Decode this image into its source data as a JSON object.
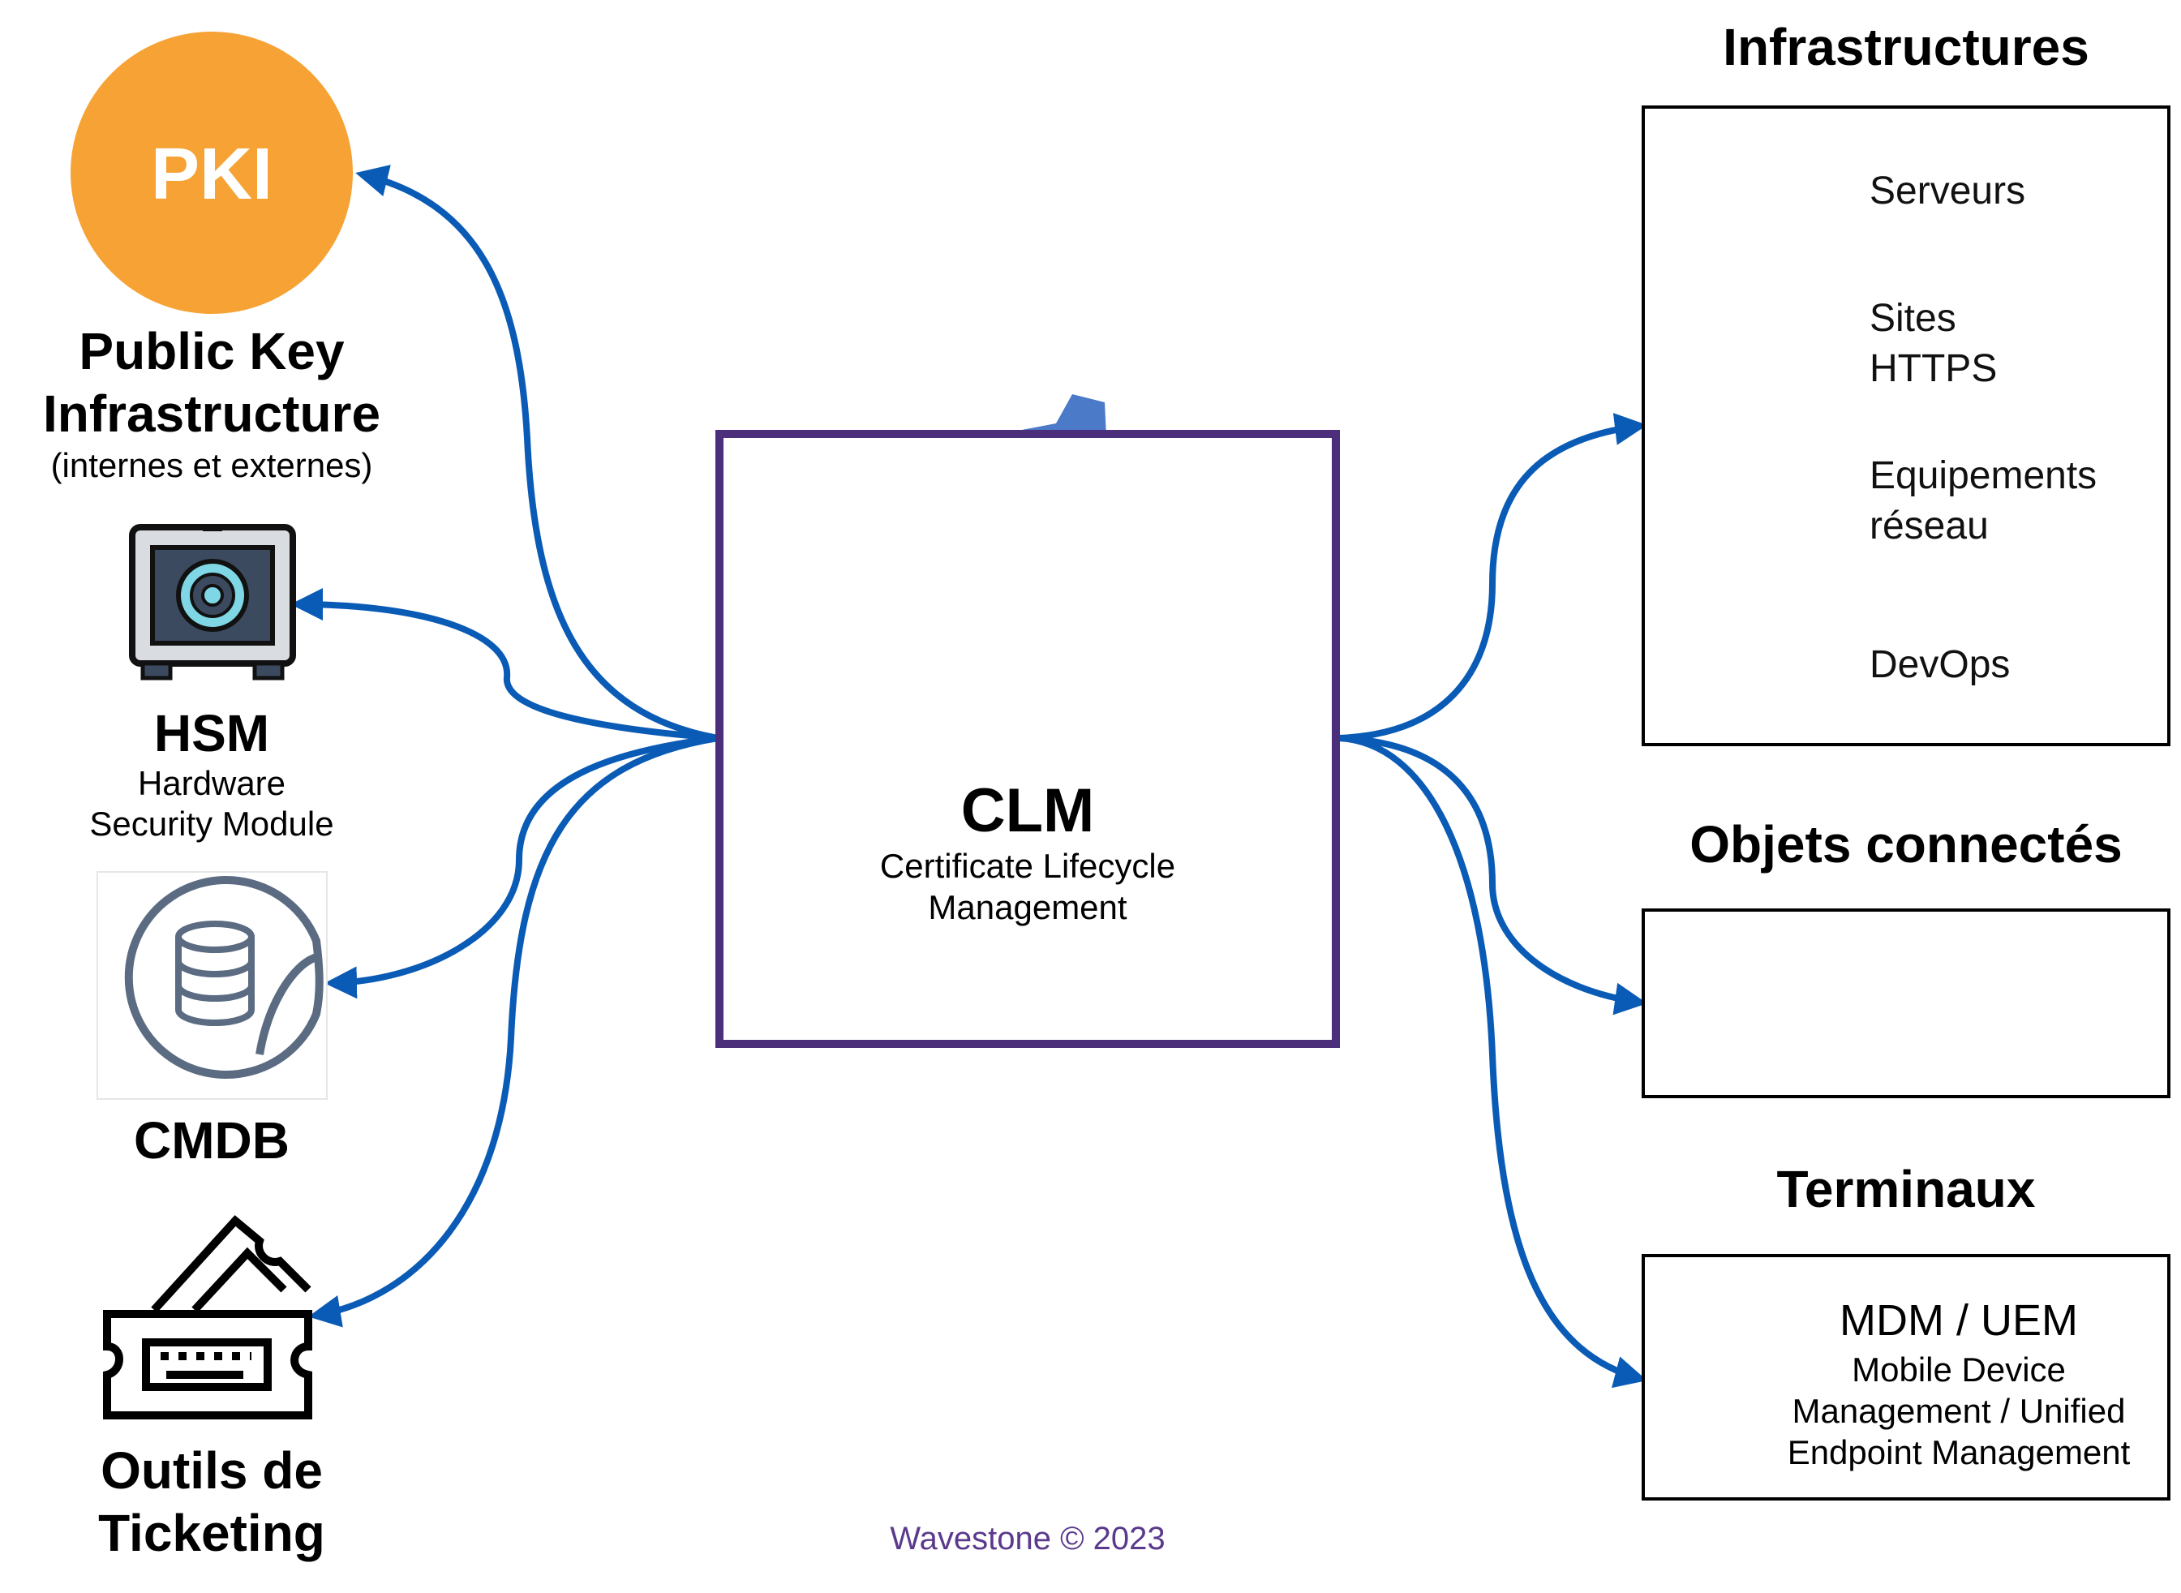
{
  "left": {
    "pki": {
      "badge": "PKI",
      "title_line1": "Public Key",
      "title_line2": "Infrastructure",
      "subtitle": "(internes et externes)",
      "color": "#f7a234"
    },
    "hsm": {
      "title": "HSM",
      "subtitle_line1": "Hardware",
      "subtitle_line2": "Security Module"
    },
    "cmdb": {
      "title": "CMDB"
    },
    "ticketing": {
      "title_line1": "Outils de",
      "title_line2": "Ticketing"
    }
  },
  "center": {
    "title": "CLM",
    "subtitle_line1": "Certificate Lifecycle",
    "subtitle_line2": "Management",
    "border_color": "#4b2f7a"
  },
  "right": {
    "infrastructures": {
      "title": "Infrastructures",
      "items": [
        {
          "icon": "server-icon",
          "label_line1": "Serveurs",
          "label_line2": ""
        },
        {
          "icon": "https-lock-icon",
          "label_line1": "Sites",
          "label_line2": "HTTPS"
        },
        {
          "icon": "network-switch-icon",
          "label_line1": "Equipements",
          "label_line2": "réseau"
        },
        {
          "icon": "devops-gears-icon",
          "label_line1": "DevOps",
          "label_line2": ""
        }
      ]
    },
    "objets": {
      "title": "Objets connectés",
      "icons": [
        "smart-home-icon",
        "iot-icon",
        "connected-car-icon"
      ]
    },
    "terminaux": {
      "title": "Terminaux",
      "heading": "MDM / UEM",
      "desc_line1": "Mobile Device",
      "desc_line2": "Management / Unified",
      "desc_line3": "Endpoint Management"
    }
  },
  "footer": {
    "copyright": "Wavestone © 2023",
    "color": "#5b3a8c"
  },
  "arrow_color": "#0a5bb5"
}
